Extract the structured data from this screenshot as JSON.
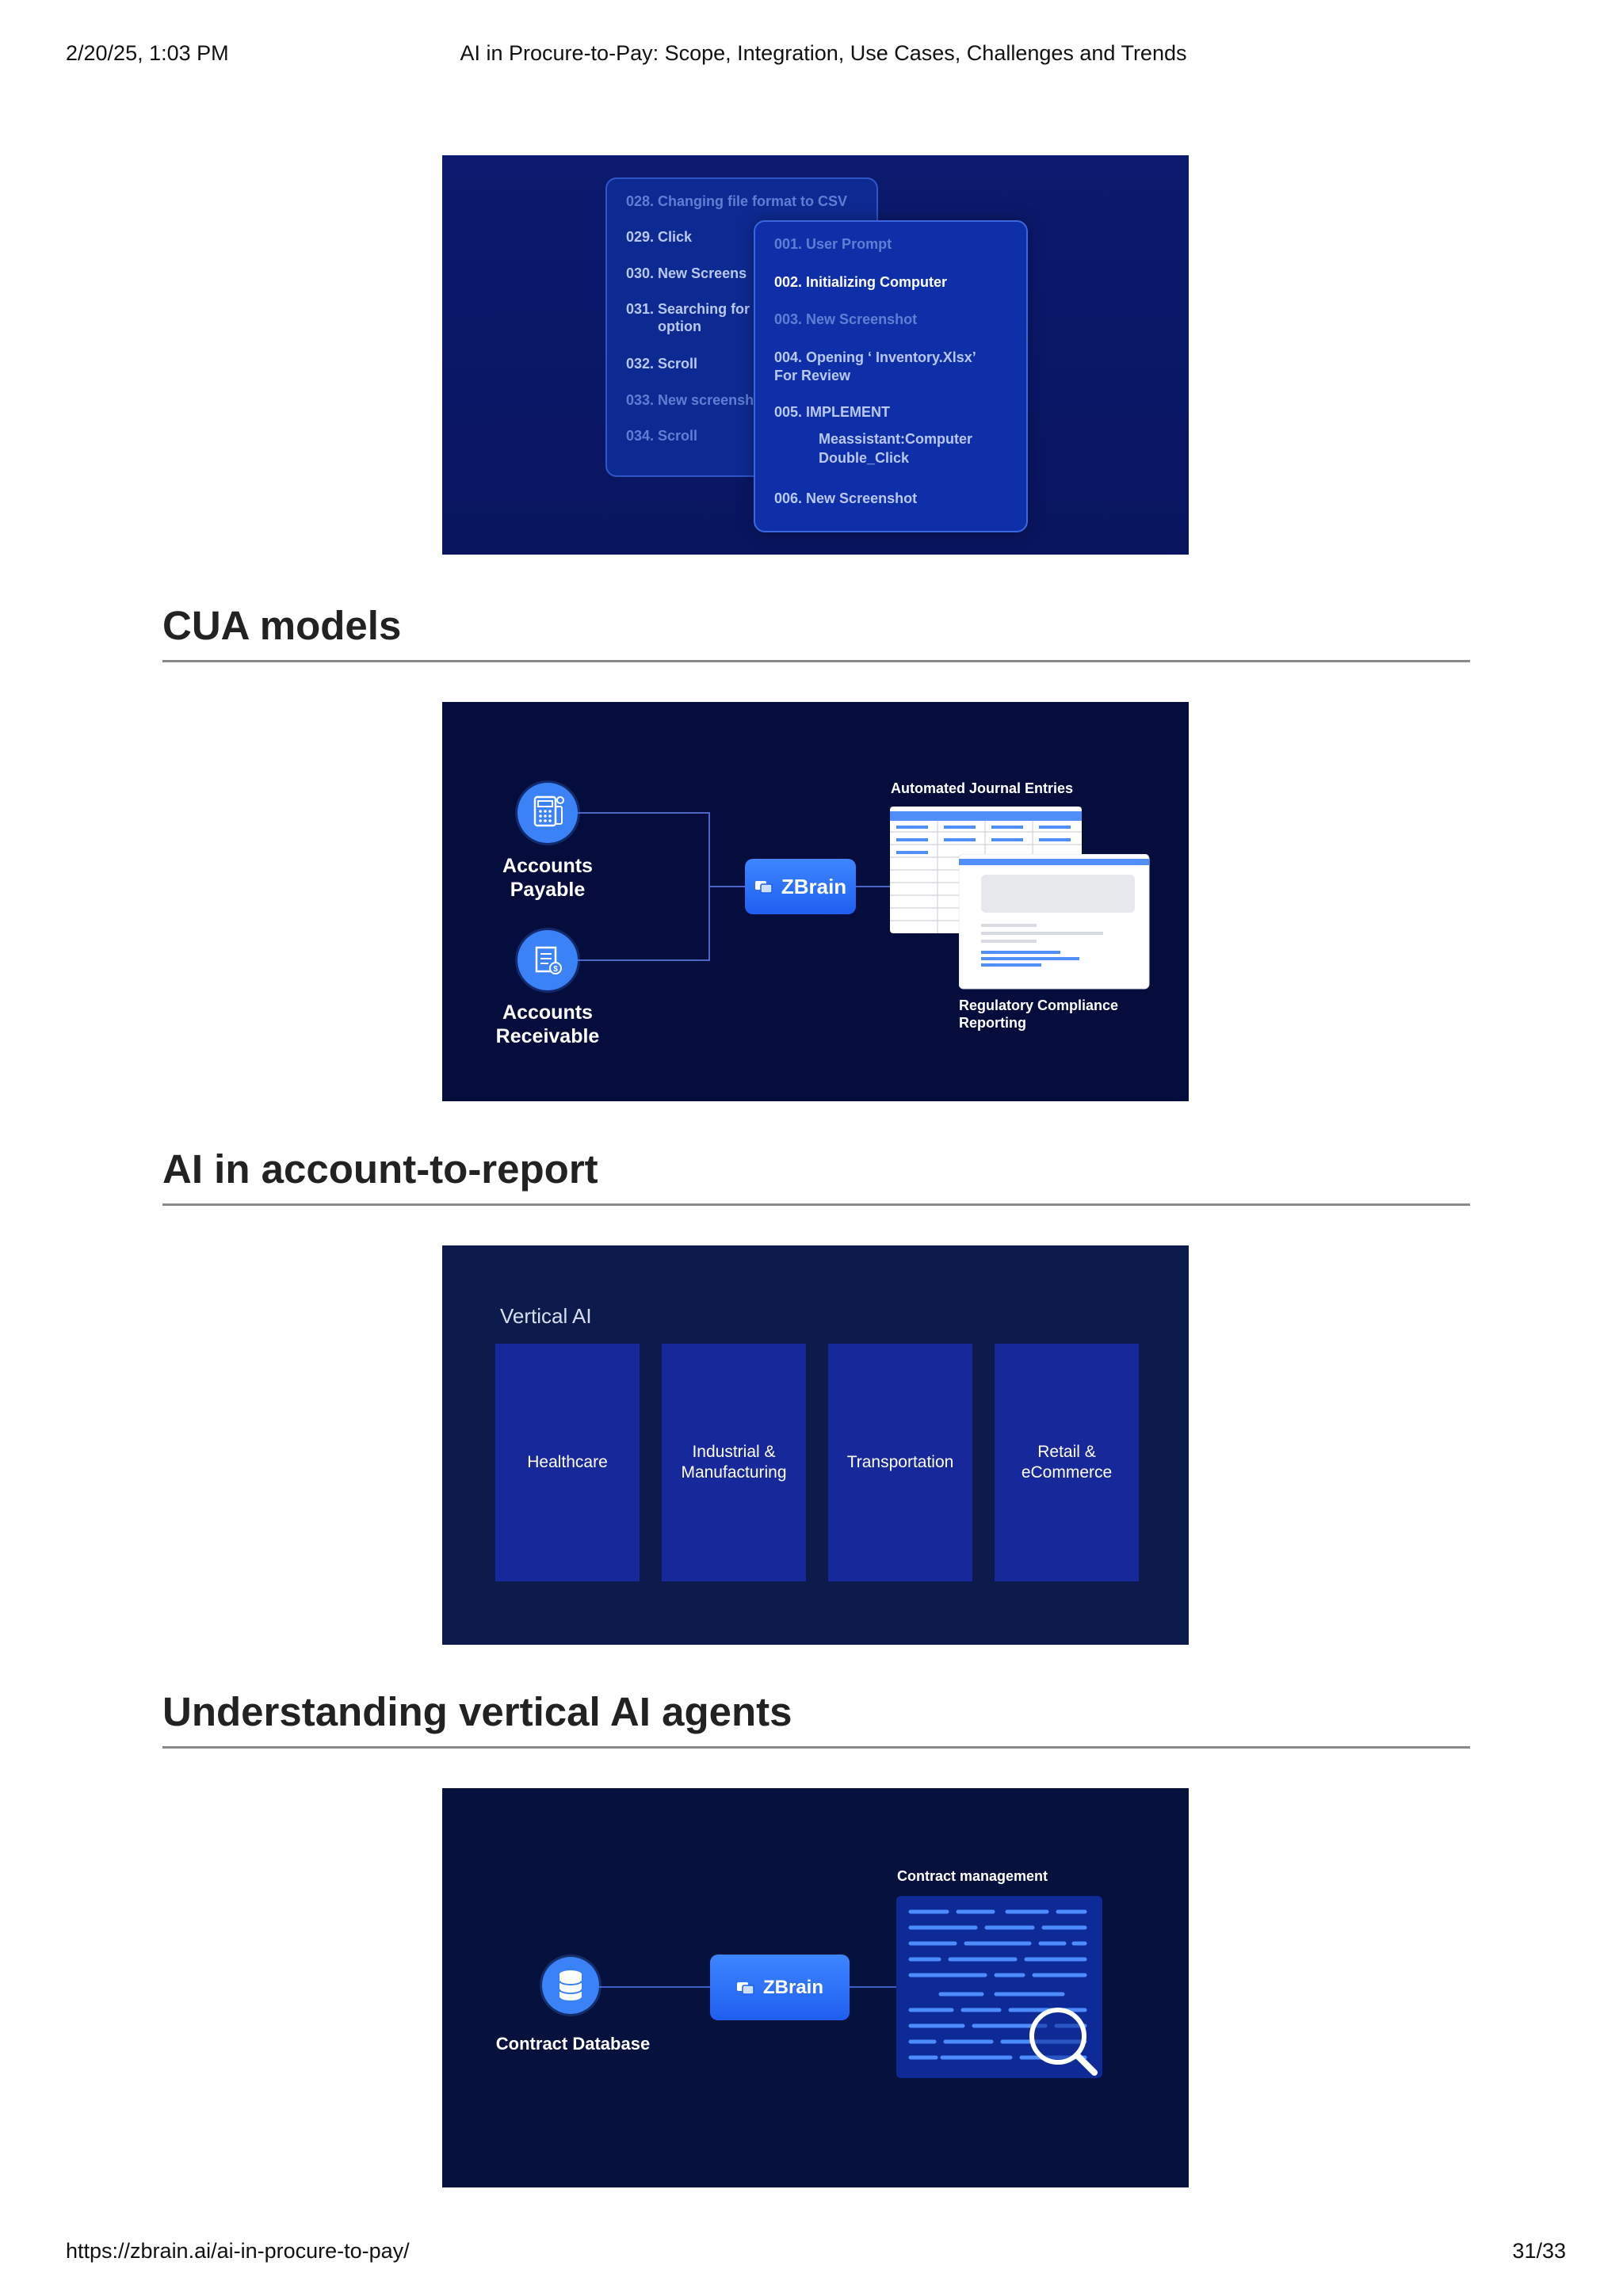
{
  "page_header": {
    "datetime": "2/20/25, 1:03 PM",
    "title": "AI in Procure-to-Pay: Scope, Integration, Use Cases, Challenges and Trends"
  },
  "page_footer": {
    "url": "https://zbrain.ai/ai-in-procure-to-pay/",
    "page": "31/33"
  },
  "figure1": {
    "back_steps": [
      "028. Changing file format to CSV",
      "029. Click",
      "030. New Screens",
      "031. Searching for",
      "option",
      "032. Scroll",
      "033. New screensh",
      "034. Scroll"
    ],
    "front_steps": [
      "001. User Prompt",
      "002. Initializing Computer",
      "003. New Screenshot",
      "004. Opening ‘ Inventory.Xlsx’",
      "For Review",
      "005. IMPLEMENT",
      "Meassistant:Computer",
      "Double_Click",
      "006. New Screenshot"
    ]
  },
  "headings": {
    "h1": "CUA models",
    "h2": "AI in account-to-report",
    "h3": "Understanding vertical AI agents"
  },
  "figure2": {
    "accounts_payable_line1": "Accounts",
    "accounts_payable_line2": "Payable",
    "accounts_receivable_line1": "Accounts",
    "accounts_receivable_line2": "Receivable",
    "brand": "ZBrain",
    "journal_label": "Automated Journal Entries",
    "compliance_line1": "Regulatory Compliance",
    "compliance_line2": "Reporting",
    "icons": [
      "calculator-icon",
      "receipt-icon",
      "chat-logo-icon"
    ]
  },
  "figure3": {
    "title": "Vertical AI",
    "cards": [
      {
        "line1": "Healthcare",
        "line2": ""
      },
      {
        "line1": "Industrial &",
        "line2": "Manufacturing"
      },
      {
        "line1": "Transportation",
        "line2": ""
      },
      {
        "line1": "Retail &",
        "line2": "eCommerce"
      }
    ]
  },
  "figure4": {
    "database_label": "Contract Database",
    "brand": "ZBrain",
    "contract_label": "Contract management",
    "icons": [
      "database-icon",
      "magnifier-icon"
    ]
  },
  "colors": {
    "accent_blue": "#3b82f6",
    "fig1_bg": "#0a1766",
    "fig2_bg": "#050d3d",
    "fig3_bg": "#0d1b4c",
    "fig4_bg": "#07113d"
  }
}
